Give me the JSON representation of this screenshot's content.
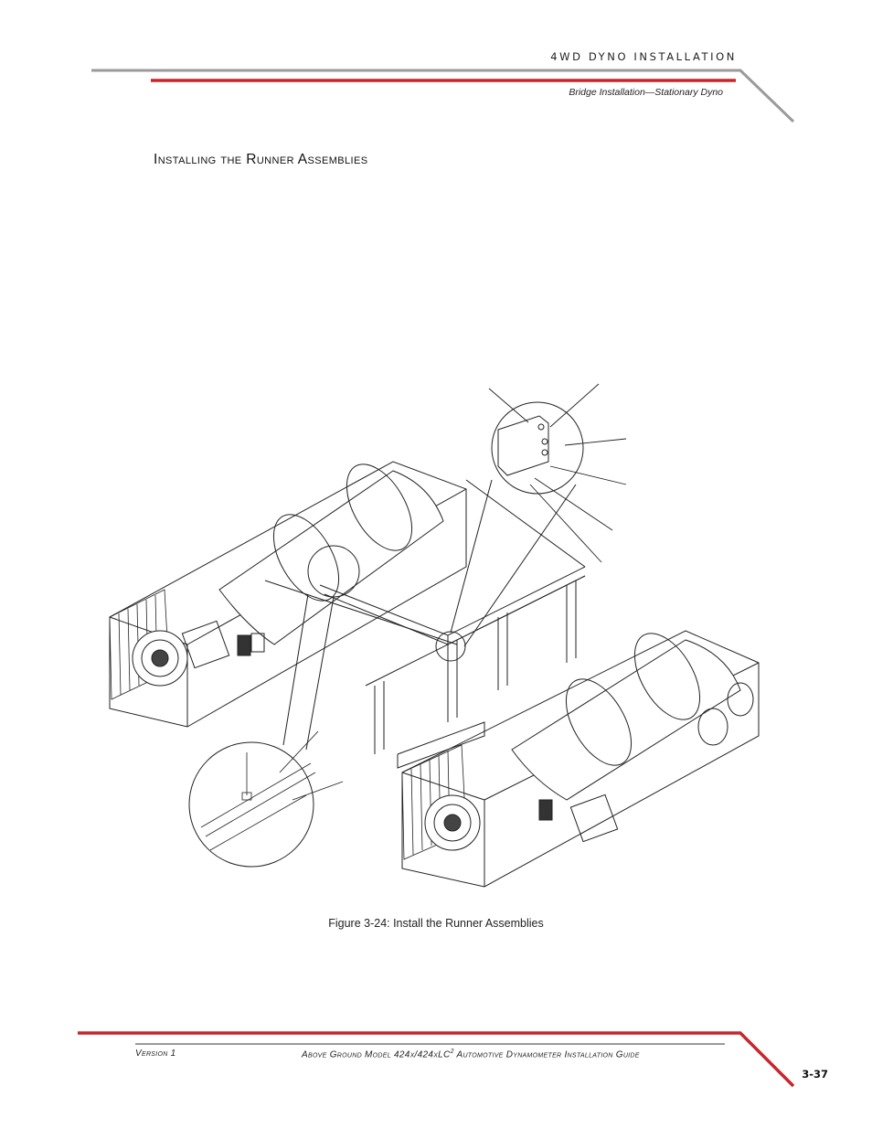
{
  "header": {
    "section": "4WD DYNO INSTALLATION",
    "subsection": "Bridge Installation—Stationary Dyno"
  },
  "section_title": "Installing the Runner Assemblies",
  "figure": {
    "caption": "Figure 3-24: Install the Runner Assemblies"
  },
  "footer": {
    "version": "Version 1",
    "doc_title_main": "Above Ground Model 424x/424xLC",
    "doc_title_sup": "2",
    "doc_title_rest": " Automotive Dynamometer Installation Guide",
    "page_number": "3-37"
  },
  "colors": {
    "accent_red": "#c8252b",
    "rule_gray": "#8a8a8a"
  }
}
